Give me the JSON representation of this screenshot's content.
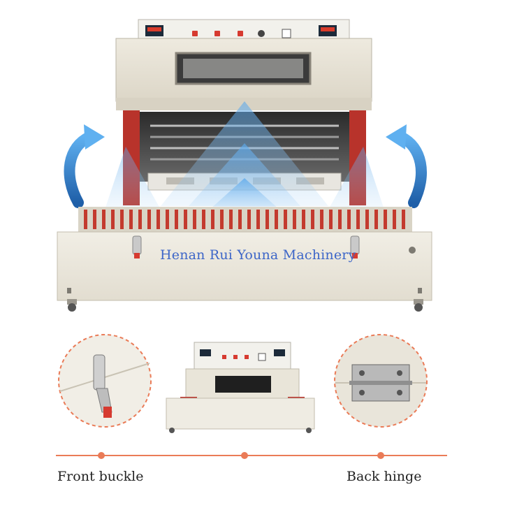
{
  "watermark": "Henan Rui Youna Machinery",
  "captions": {
    "left": "Front buckle",
    "right": "Back hinge"
  },
  "colors": {
    "machine_body": "#eeeadf",
    "panel": "#f2f1ec",
    "roller_red": "#c33a2e",
    "accent_orange": "#f07d4e",
    "airflow_blue": "#3a8fd8",
    "watermark_blue": "#3d66c8"
  },
  "icons": [
    "airflow-arrow-icon",
    "buckle-latch-icon",
    "hinge-icon",
    "caster-wheel-icon"
  ]
}
